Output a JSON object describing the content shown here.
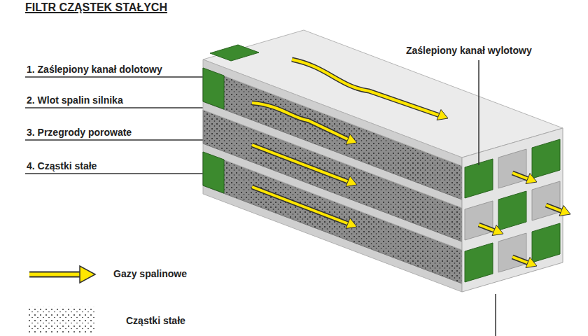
{
  "diagram": {
    "title": "FILTR CZĄSTEK STAŁYCH",
    "labels": [
      "1. Zaślepiony kanał dolotowy",
      "2. Wlot spalin silnika",
      "3. Przegrody porowate",
      "4. Cząstki stałe",
      "Zaślepiony kanał wylotowy"
    ],
    "legend": [
      {
        "text": "Gazy spalinowe"
      },
      {
        "text": "Cząstki stałe"
      }
    ]
  }
}
